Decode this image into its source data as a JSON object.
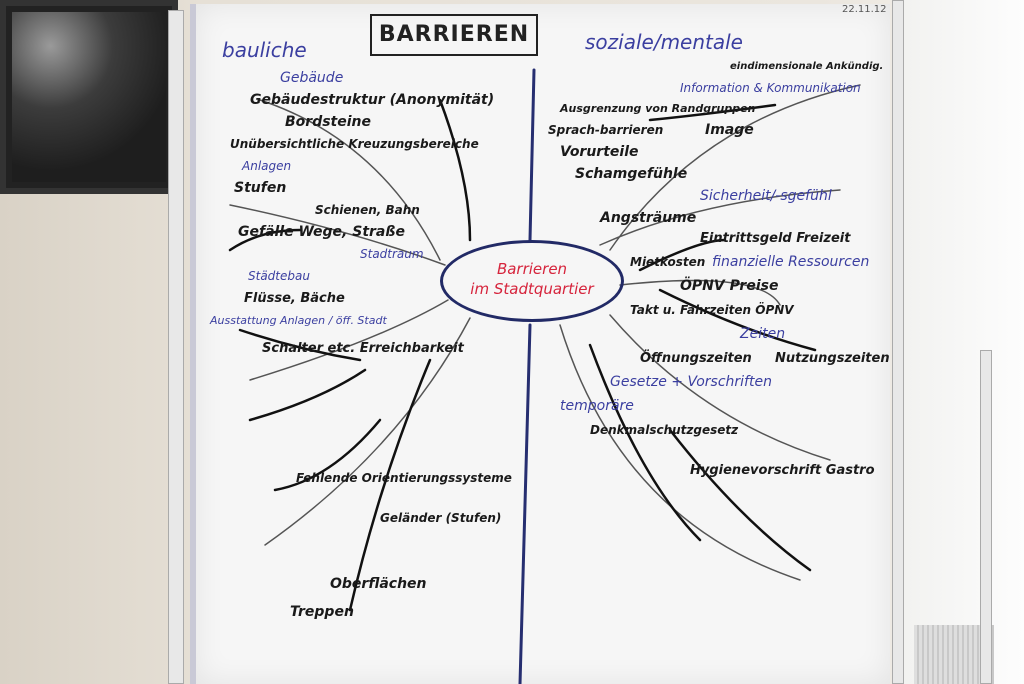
{
  "date": "22.11.12",
  "title": "BARRIEREN",
  "center": {
    "line1": "Barrieren",
    "line2": "im Stadtquartier"
  },
  "left": {
    "heading": "bauliche",
    "branches": [
      "Gebäude",
      "Gebäudestruktur (Anonymität)",
      "Bordsteine",
      "Unübersichtliche Kreuzungsbereiche",
      "Anlagen",
      "Stufen",
      "Schienen, Bahn",
      "Gefälle Wege, Straße",
      "Stadtraum",
      "Städtebau",
      "Flüsse, Bäche",
      "Ausstattung Anlagen / öff. Stadt",
      "Schalter etc. Erreichbarkeit",
      "Treppen",
      "Oberflächen",
      "Geländer (Stufen)",
      "Fehlende Orientierungssysteme"
    ]
  },
  "right": {
    "heading": "soziale/mentale",
    "branches": [
      "Sprach-barrieren",
      "Vorurteile",
      "Schamgefühle",
      "Angsträume",
      "Ausgrenzung von Randgruppen",
      "Image",
      "Information & Kommunikation",
      "eindimensionale Ankündig.",
      "Sicherheit/-sgefühl",
      "Mietkosten",
      "Eintrittsgeld Freizeit",
      "finanzielle Ressourcen",
      "ÖPNV Preise",
      "Takt u. Fahrzeiten ÖPNV",
      "Zeiten",
      "Öffnungszeiten",
      "Nutzungszeiten",
      "Gesetze + Vorschriften",
      "Denkmalschutzgesetz",
      "Hygienevorschrift Gastro",
      "temporäre"
    ]
  }
}
